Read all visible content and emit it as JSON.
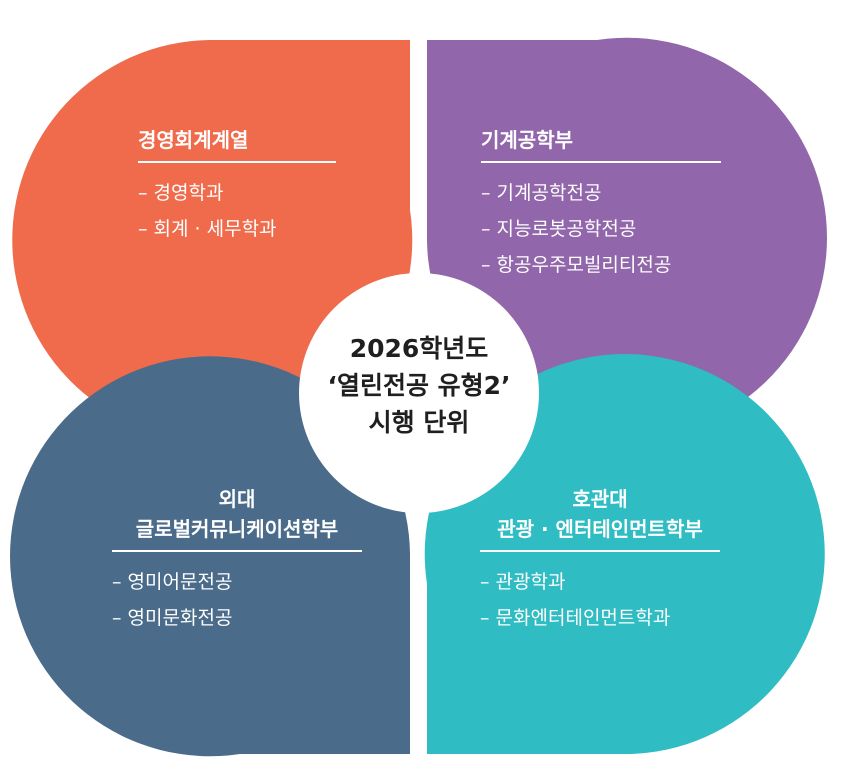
{
  "colors": {
    "top_left": "#ef6b4c",
    "top_right": "#9166aa",
    "bottom_left": "#4b6b8a",
    "bottom_right": "#2fbcc2",
    "center": "#ffffff",
    "text_light": "#ffffff",
    "text_dark": "#1f1f1f"
  },
  "center": {
    "line1": "2026학년도",
    "line2": "‘열린전공 유형2’",
    "line3": "시행 단위"
  },
  "quadrants": {
    "top_left": {
      "title_lines": [
        "경영회계계열"
      ],
      "items": [
        "– 경영학과",
        "– 회계 · 세무학과"
      ]
    },
    "top_right": {
      "title_lines": [
        "기계공학부"
      ],
      "items": [
        "– 기계공학전공",
        "– 지능로봇공학전공",
        "– 항공우주모빌리티전공"
      ]
    },
    "bottom_left": {
      "title_lines": [
        "외대",
        "글로벌커뮤니케이션학부"
      ],
      "items": [
        "– 영미어문전공",
        "– 영미문화전공"
      ]
    },
    "bottom_right": {
      "title_lines": [
        "호관대",
        "관광 · 엔터테인먼트학부"
      ],
      "items": [
        "– 관광학과",
        "– 문화엔터테인먼트학과"
      ]
    }
  }
}
